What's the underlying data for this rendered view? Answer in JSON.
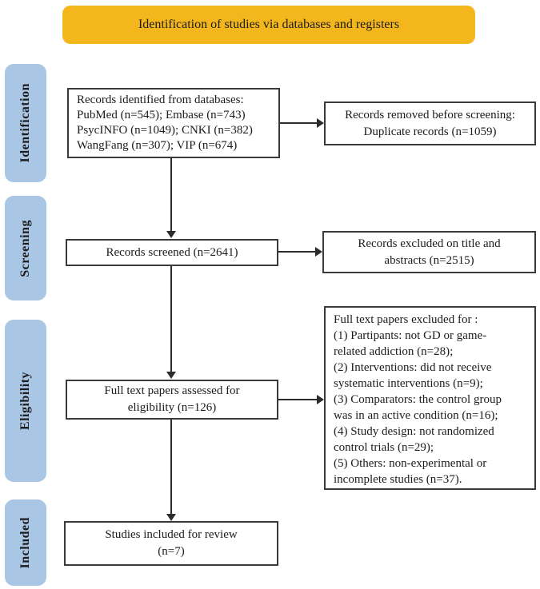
{
  "colors": {
    "banner_bg": "#F3B71D",
    "stage_bg": "#A9C6E5",
    "box_border": "#3A3A3A",
    "arrow": "#2E2B2C",
    "text": "#1C1C1C"
  },
  "banner": {
    "title": "Identification of studies via databases and registers"
  },
  "stages": [
    {
      "label": "Identification"
    },
    {
      "label": "Screening"
    },
    {
      "label": "Eligibility"
    },
    {
      "label": "Included"
    }
  ],
  "boxes": {
    "identified": "Records identified from databases:\nPubMed (n=545); Embase (n=743)\nPsycINFO (n=1049); CNKI (n=382)\nWangFang (n=307); VIP (n=674)",
    "removed": "Records removed before screening:\nDuplicate records (n=1059)",
    "screened": "Records screened (n=2641)",
    "excluded_title_abstract": "Records excluded on title and\nabstracts (n=2515)",
    "fulltext_assessed": "Full text papers assessed for\neligibility (n=126)",
    "fulltext_excluded": "Full text papers excluded for :\n(1) Partipants: not GD or game-\nrelated addiction (n=28);\n(2) Interventions: did not receive\nsystematic interventions (n=9);\n(3) Comparators: the control group\nwas in an active condition (n=16);\n(4) Study design: not randomized\ncontrol trials (n=29);\n(5) Others: non-experimental or\nincomplete studies (n=37).",
    "included": "Studies included for review\n(n=7)"
  }
}
